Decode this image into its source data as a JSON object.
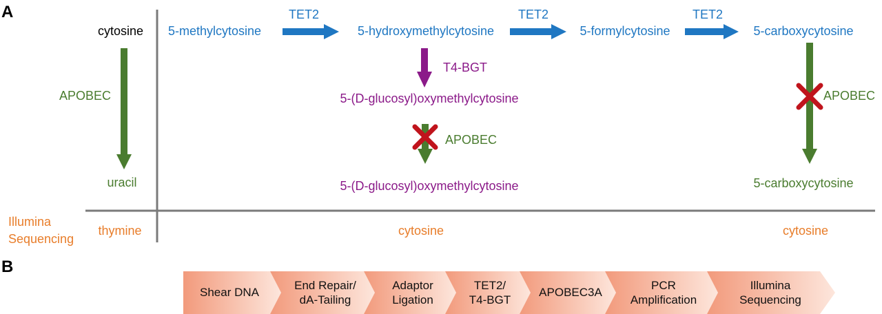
{
  "panel_a_label": "A",
  "panel_b_label": "B",
  "colors": {
    "tet": "#1f77c2",
    "apobec": "#4a7c2f",
    "glucosyl": "#8b1a89",
    "sequencing": "#e87d2a",
    "block_cross": "#c0141c",
    "axis_line": "#7a7a7a"
  },
  "pathway": {
    "cytosine": "cytosine",
    "uracil": "uracil",
    "apobec_left": "APOBEC",
    "methyl": "5-methylcytosine",
    "tet2_1": "TET2",
    "hydroxymethyl": "5-hydroxymethylcytosine",
    "tet2_2": "TET2",
    "formyl": "5-formylcytosine",
    "tet2_3": "TET2",
    "carboxy_top": "5-carboxycytosine",
    "t4bgt": "T4-BGT",
    "glucosyl_top": "5-(D-glucosyl)oxymethylcytosine",
    "apobec_mid": "APOBEC",
    "glucosyl_bottom": "5-(D-glucosyl)oxymethylcytosine",
    "apobec_right": "APOBEC",
    "carboxy_bottom": "5-carboxycytosine"
  },
  "sequencing": {
    "label_line1": "Illumina",
    "label_line2": "Sequencing",
    "thymine": "thymine",
    "cytosine_mid": "cytosine",
    "cytosine_right": "cytosine"
  },
  "workflow": {
    "steps": [
      {
        "line1": "Shear DNA",
        "line2": ""
      },
      {
        "line1": "End Repair/",
        "line2": "dA-Tailing"
      },
      {
        "line1": "Adaptor",
        "line2": "Ligation"
      },
      {
        "line1": "TET2/",
        "line2": "T4-BGT"
      },
      {
        "line1": "APOBEC3A",
        "line2": ""
      },
      {
        "line1": "PCR",
        "line2": "Amplification"
      },
      {
        "line1": "Illumina",
        "line2": "Sequencing"
      }
    ]
  }
}
